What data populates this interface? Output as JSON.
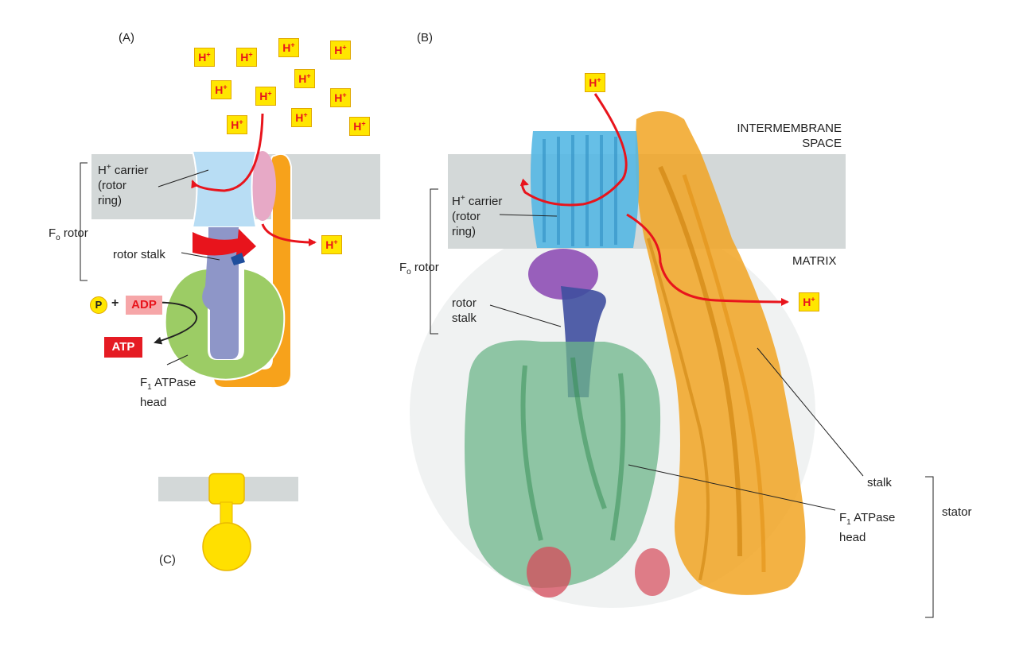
{
  "panels": {
    "a": "(A)",
    "b": "(B)",
    "c": "(C)"
  },
  "proton": {
    "base": "H",
    "sup": "+"
  },
  "panel_a": {
    "carrier": [
      "H",
      "+",
      " carrier",
      "(rotor",
      "ring)"
    ],
    "fo_rotor": [
      "F",
      "o",
      " rotor"
    ],
    "rotor_stalk": "rotor stalk",
    "phosphate": "P",
    "plus": "+",
    "adp": "ADP",
    "atp": "ATP",
    "f1_head": [
      "F",
      "1",
      " ATPase",
      "head"
    ]
  },
  "panel_b": {
    "intermembrane": [
      "INTERMEMBRANE",
      "SPACE"
    ],
    "matrix": "MATRIX",
    "carrier": [
      "H",
      "+",
      " carrier",
      "(rotor",
      "ring)"
    ],
    "fo_rotor": [
      "F",
      "o",
      " rotor"
    ],
    "rotor_stalk": [
      "rotor",
      "stalk"
    ],
    "stalk": "stalk",
    "stator": "stator",
    "f1_head": [
      "F",
      "1",
      " ATPase",
      "head"
    ]
  },
  "colors": {
    "membrane": "#d3d8d8",
    "rotor_ring": "#b8ddf4",
    "rotor_stalk": "#8e96c8",
    "f1_head": "#9ccc65",
    "stator": "#f7a21b",
    "arrow": "#e8141c",
    "proton_fill": "#ffe600",
    "subunit_a": "#e7a9c6"
  }
}
